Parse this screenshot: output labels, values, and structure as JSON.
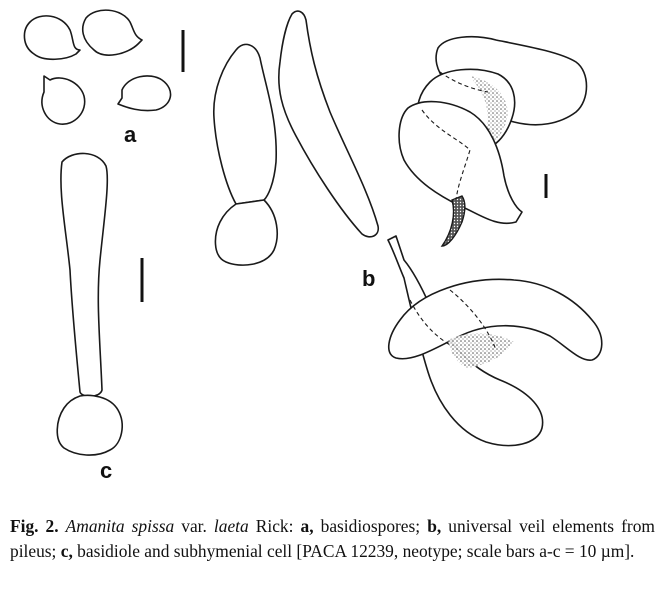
{
  "figure": {
    "panel_labels": {
      "a": "a",
      "b": "b",
      "c": "c"
    }
  },
  "caption": {
    "fig_label": "Fig. 2.",
    "genus_species": "Amanita spissa",
    "rank": "var.",
    "variety": "laeta",
    "author": "Rick:",
    "a_label": "a,",
    "a_text": "basidiospores;",
    "b_label": "b,",
    "b_text": "universal veil elements from pileus;",
    "c_label": "c,",
    "c_text": "basidiole and subhymenial cell [PACA 12239, neotype; scale bars a-c = 10 µm]."
  }
}
